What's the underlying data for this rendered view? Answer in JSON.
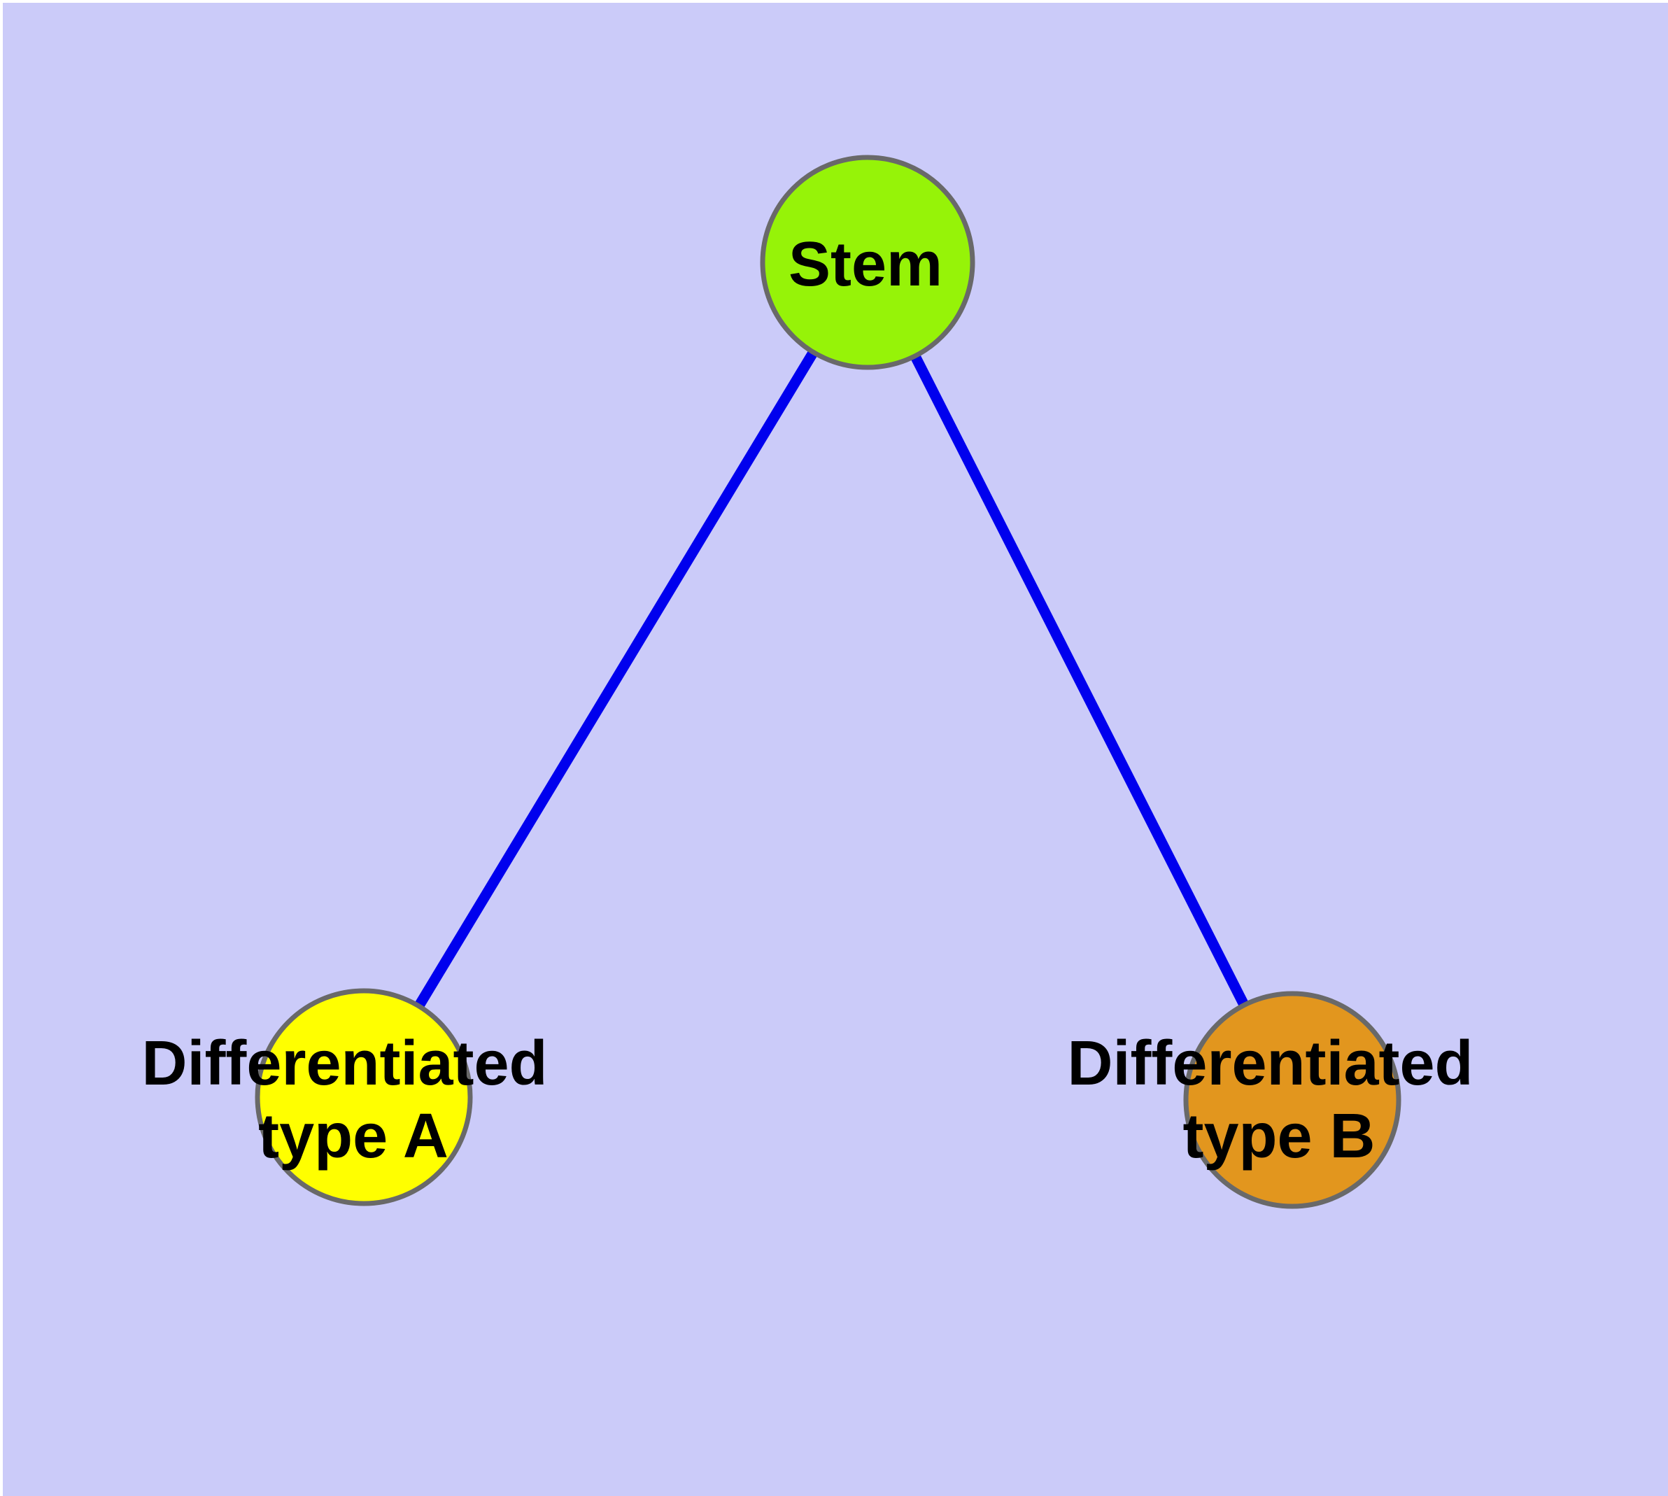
{
  "colors": {
    "page_margin": "#ffffff",
    "background": "#cbcbf9",
    "border": "#696969",
    "edge": "#0000ee",
    "label_text": "#000000"
  },
  "graph": {
    "nodes": {
      "stem": {
        "label": "Stem",
        "fill": "#96f308"
      },
      "type_a": {
        "label_line1": "Differentiated",
        "label_line2": "type A",
        "fill": "#ffff00"
      },
      "type_b": {
        "label_line1": "Differentiated",
        "label_line2": "type B",
        "fill": "#e2961e"
      }
    },
    "edges": [
      {
        "from": "stem",
        "to": "type_a"
      },
      {
        "from": "stem",
        "to": "type_b"
      }
    ]
  }
}
